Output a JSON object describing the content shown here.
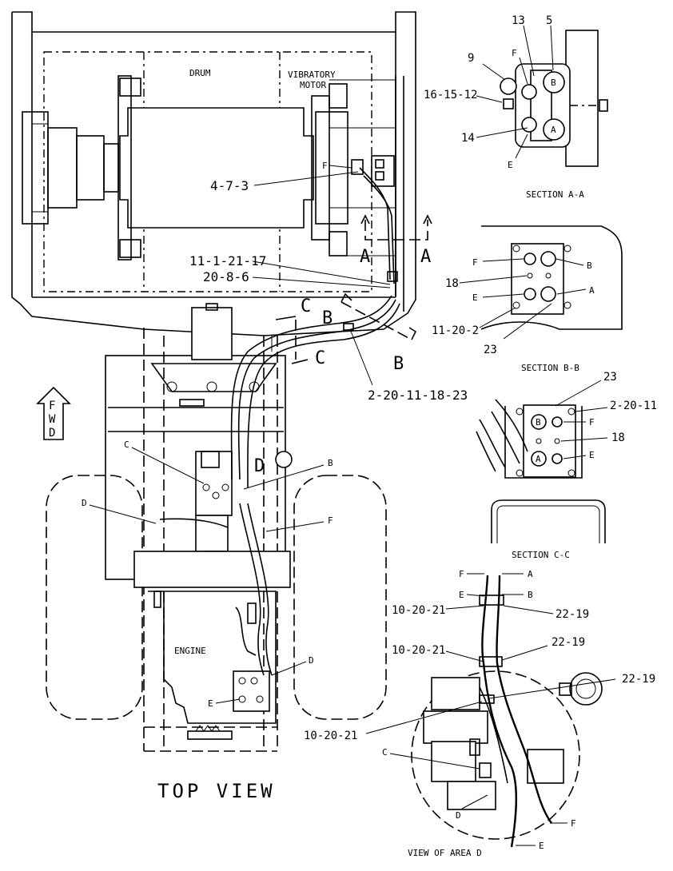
{
  "views": {
    "top_view": "TOP VIEW",
    "section_aa": "SECTION A-A",
    "section_bb": "SECTION B-B",
    "section_cc": "SECTION C-C",
    "view_area_d": "VIEW OF AREA D"
  },
  "components": {
    "drum": "DRUM",
    "vib_motor_line1": "VIBRATORY",
    "vib_motor_line2": "MOTOR",
    "engine": "ENGINE",
    "fwd_f": "F",
    "fwd_w": "W",
    "fwd_d": "D"
  },
  "top_view_callouts": {
    "c1": "4-7-3",
    "c2": "11-1-21-17",
    "c3": "20-8-6",
    "c4": "2-20-11-18-23",
    "port_f": "F",
    "port_c": "C",
    "port_d": "D",
    "port_b": "B",
    "port_f2": "F",
    "port_d2": "D",
    "port_e": "E",
    "port_d3": "D",
    "area_d": "D"
  },
  "section_markers": {
    "a_left": "A",
    "a_right": "A",
    "b_top": "B",
    "b_bottom": "B",
    "c_top": "C",
    "c_bottom": "C"
  },
  "section_aa": {
    "c13": "13",
    "c5": "5",
    "c9": "9",
    "cF": "F",
    "c161512": "16-15-12",
    "c14": "14",
    "cE": "E",
    "portB": "B",
    "portA": "A"
  },
  "section_bb": {
    "F": "F",
    "B": "B",
    "c18": "18",
    "A": "A",
    "E": "E",
    "c11202": "11-20-2",
    "c23": "23"
  },
  "section_bb2": {
    "c23": "23",
    "c22011": "2-20-11",
    "F": "F",
    "c18": "18",
    "E": "E",
    "portB": "B",
    "portA": "A"
  },
  "area_d": {
    "F": "F",
    "A": "A",
    "E": "E",
    "B": "B",
    "c1": "10-20-21",
    "c2": "22-19",
    "c3": "10-20-21",
    "c4": "22-19",
    "c5": "22-19",
    "c6": "10-20-21",
    "C": "C",
    "D": "D",
    "F2": "F",
    "E2": "E"
  }
}
